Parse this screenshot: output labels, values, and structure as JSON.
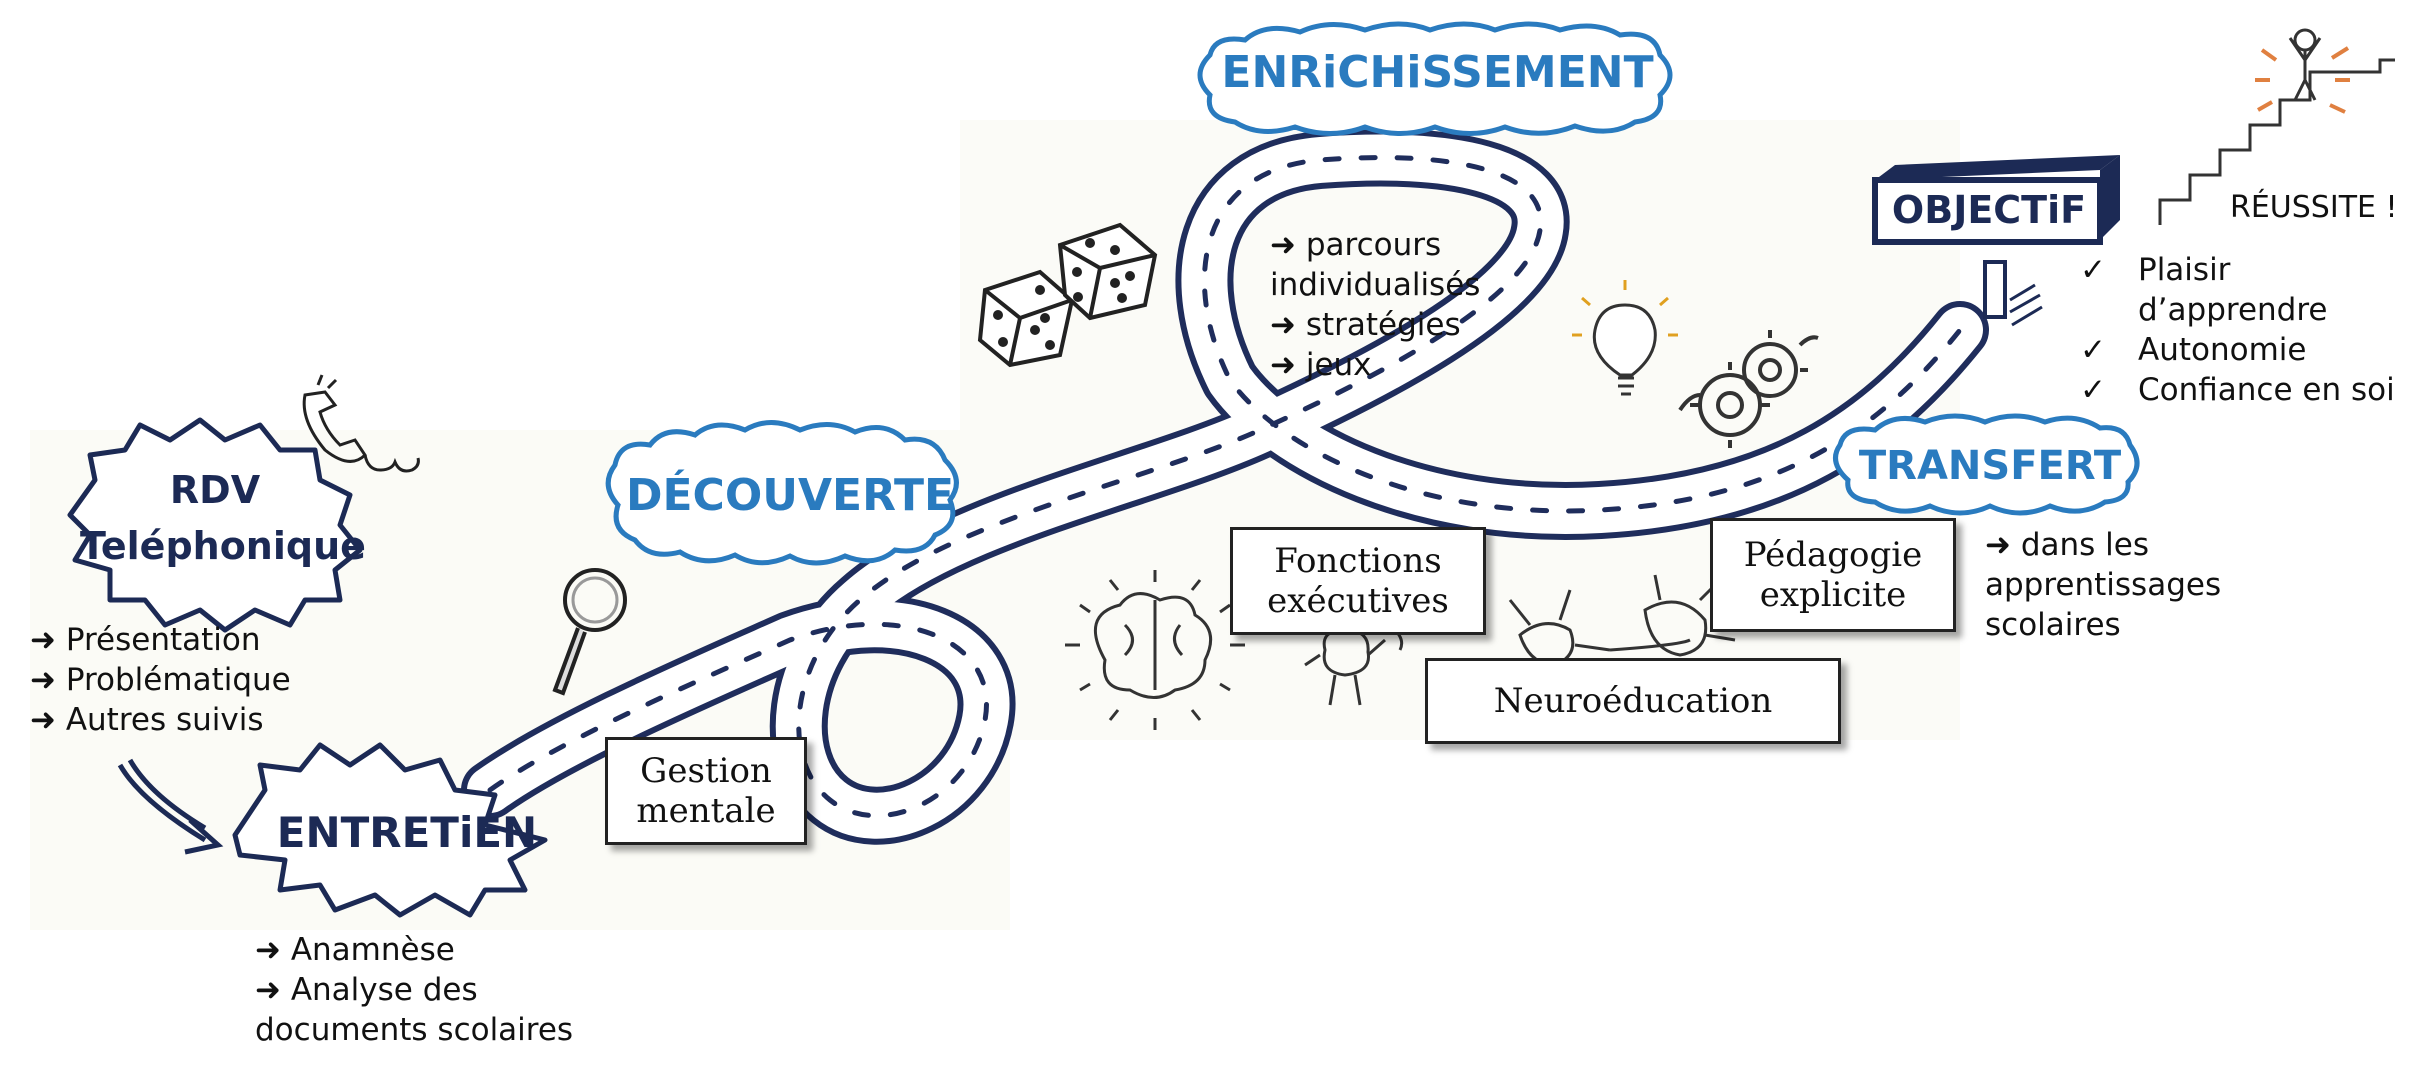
{
  "rdv_badge": {
    "line1": "RDV",
    "line2": "Teléphonique"
  },
  "rdv_list": [
    "➜ Présentation",
    "➜ Problématique",
    "➜ Autres suivis"
  ],
  "entretien_badge": "ENTRETiEN",
  "entretien_list": [
    "➜ Anamnèse",
    "➜ Analyse des",
    "documents scolaires"
  ],
  "decouverte_badge": "DÉCOUVERTE",
  "gestion_box": "Gestion\nmentale",
  "enrichissement_badge": "ENRiCHiSSEMENT",
  "enrichissement_list": [
    "➜ parcours",
    "individualisés",
    "➜ stratégies",
    "➜ jeux"
  ],
  "fonctions_box": "Fonctions\nexécutives",
  "neuro_box": "Neuroéducation",
  "pedagogie_box": "Pédagogie\nexplicite",
  "transfert_badge": "TRANSFERT",
  "transfert_list": [
    "➜ dans les",
    "apprentissages",
    "scolaires"
  ],
  "objectif_sign": "OBJECTiF",
  "reussite_label": "RÉUSSITE !",
  "reussite_list": [
    {
      "check": "✓",
      "text": "Plaisir"
    },
    {
      "check": "",
      "text": "d’apprendre"
    },
    {
      "check": "✓",
      "text": "Autonomie"
    },
    {
      "check": "✓",
      "text": "Confiance en soi"
    }
  ],
  "colors": {
    "road": "#1f2d5c",
    "blue_label": "#2a7bbf",
    "navy_label": "#1c2a55",
    "ink": "#222222",
    "bulb": "#e0a020",
    "spark": "#e08040"
  },
  "icons": [
    "phone-icon",
    "magnifier-icon",
    "brain-icon",
    "dice-icon",
    "lightbulb-icon",
    "gears-icon",
    "neuron-icon",
    "character-icon",
    "stairs-icon",
    "arrow-icon"
  ]
}
